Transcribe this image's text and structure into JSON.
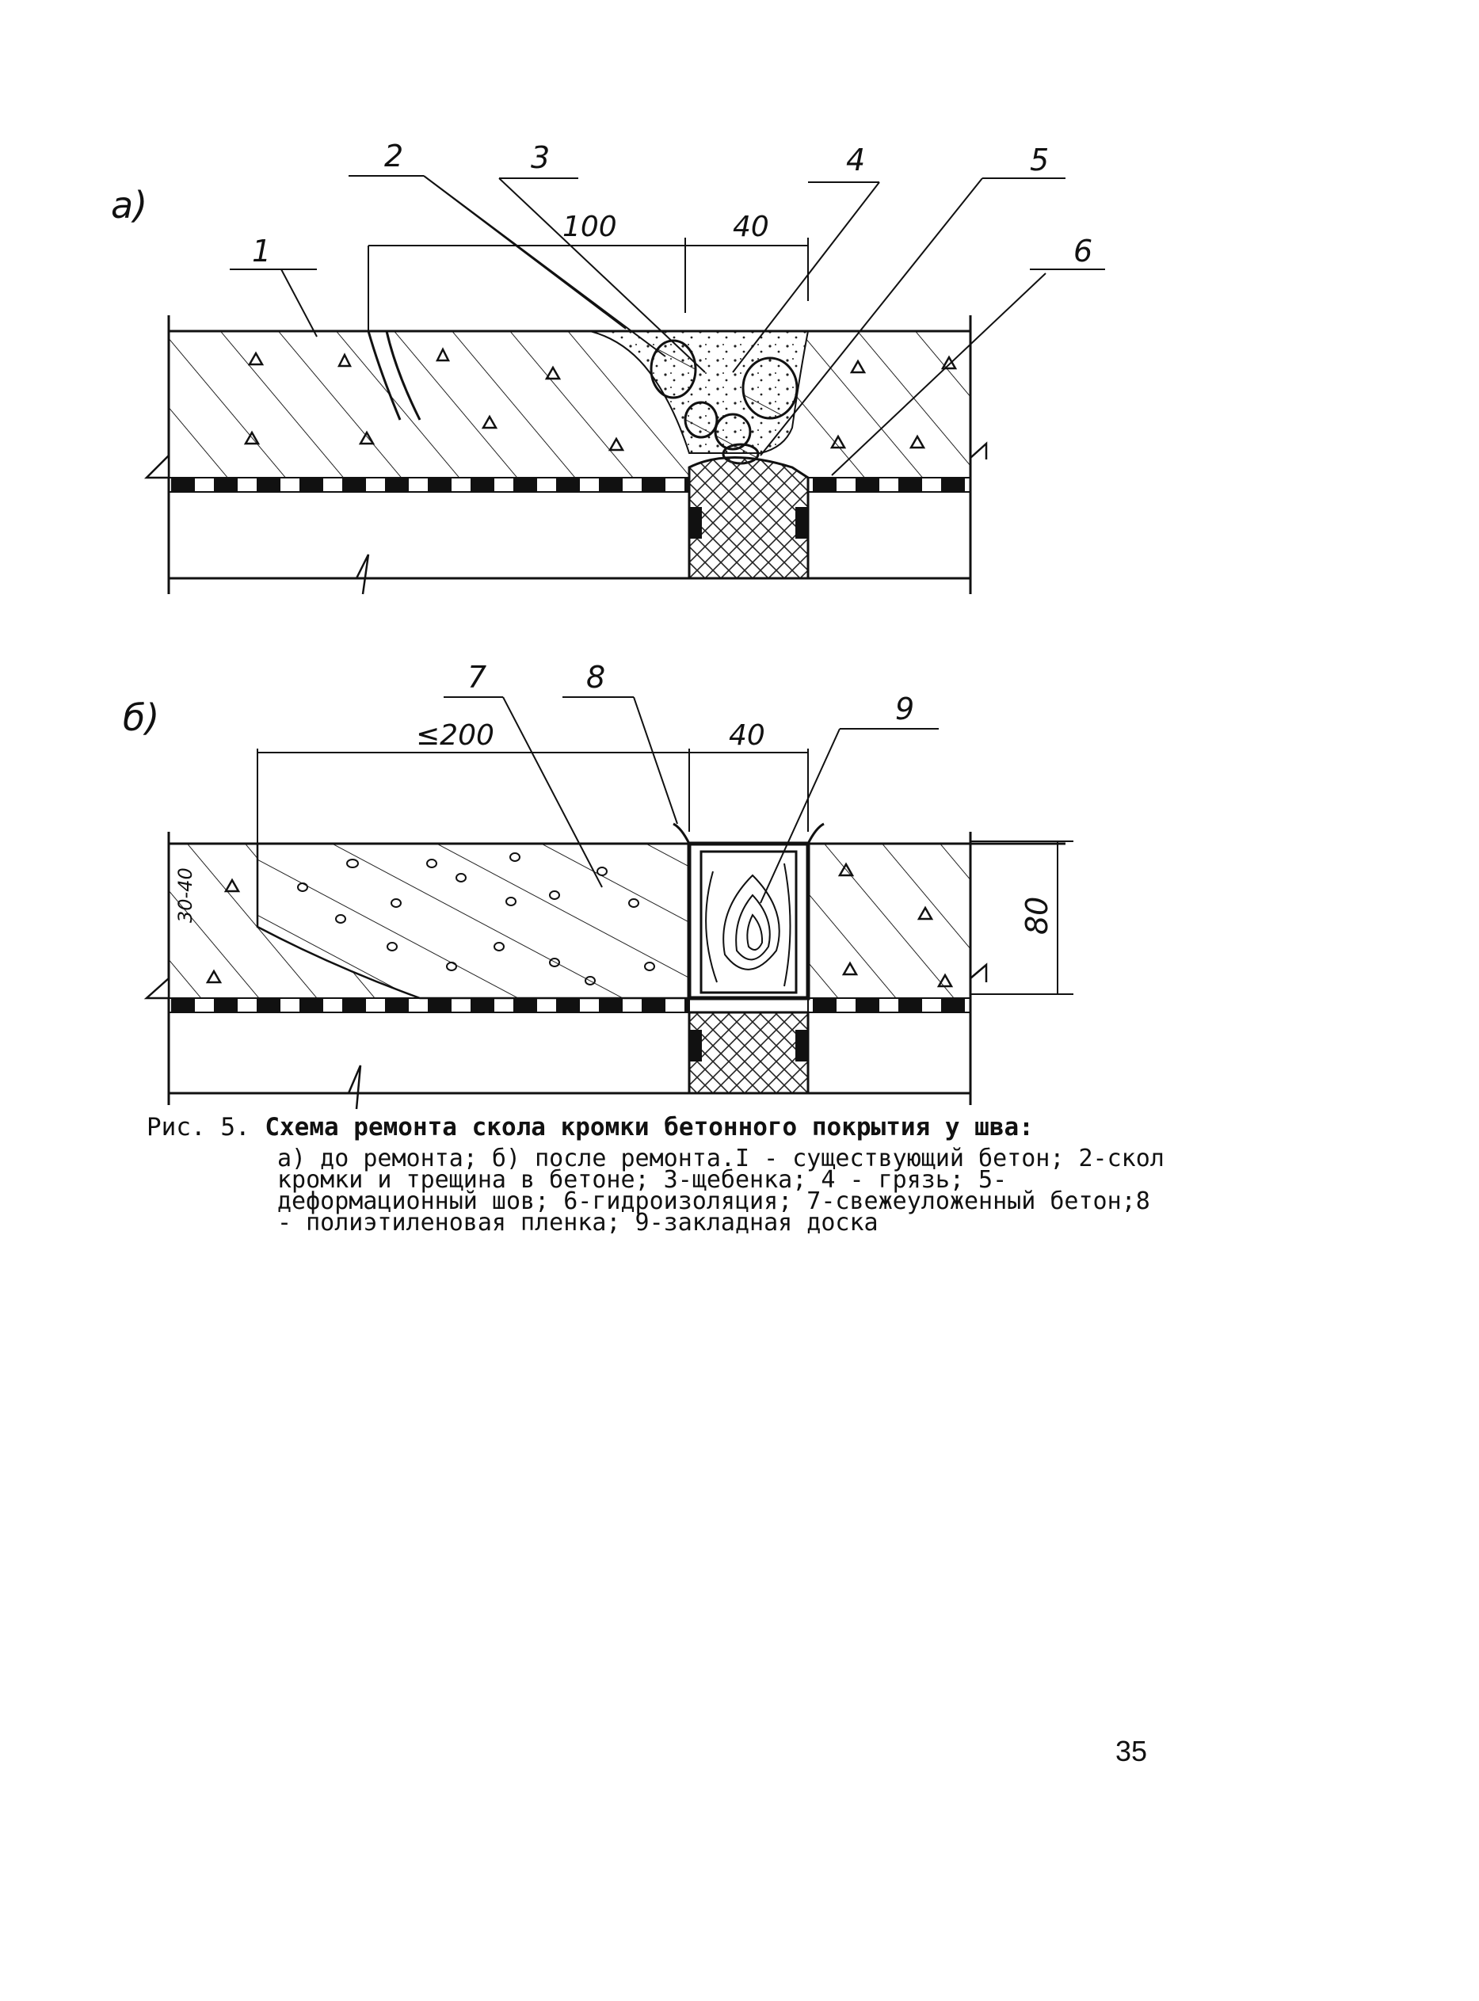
{
  "figure_a": {
    "panel_label": "а)",
    "callouts": [
      "1",
      "2",
      "3",
      "4",
      "5",
      "6"
    ],
    "dim_left": "100",
    "dim_right": "40"
  },
  "figure_b": {
    "panel_label": "б)",
    "callouts": [
      "7",
      "8",
      "9"
    ],
    "dim_left": "≤200",
    "dim_right": "40",
    "dim_height": "80",
    "dim_repair_depth": "30-40"
  },
  "caption": {
    "number": "Рис. 5.",
    "title": "Схема ремонта скола кромки бетонного покрытия у шва:",
    "body": "а) до ремонта; б) после ремонта.I - существующий бетон; 2-скол кромки и трещина в бетоне; 3-щебенка; 4 - грязь; 5-деформационный шов; 6-гидроизоляция; 7-свежеуложенный бетон;8 - полиэтиленовая пленка; 9-закладная доска"
  },
  "page_number": "35"
}
